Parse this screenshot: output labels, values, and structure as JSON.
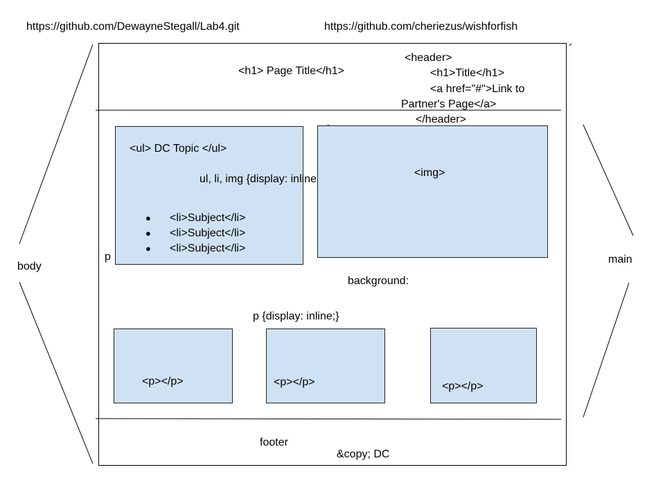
{
  "links": {
    "lab4": "https://github.com/DewayneStegall/Lab4.git",
    "wishforfish": "https://github.com/cheriezus/wishforfish"
  },
  "labels": {
    "body": "body",
    "main": "main",
    "p": "p",
    "background": "background:",
    "footer": "footer"
  },
  "header": {
    "h1_page_title": "<h1> Page Title</h1>",
    "code_lines": [
      "<header>",
      "<h1>Title</h1>",
      "<a href=\"#\">Link to",
      "Partner's Page</a>",
      "</header>"
    ]
  },
  "topic_box": {
    "title": "<ul> DC Topic </ul>",
    "css_rule": "ul, li, img {display: inline;}",
    "items": [
      "<li>Subject</li>",
      "<li>Subject</li>",
      "<li>Subject</li>"
    ]
  },
  "image_box": {
    "label": "<img>"
  },
  "paragraphs": {
    "css_rule": "p {display: inline;}",
    "boxes": [
      "<p></p>",
      "<p></p>",
      "<p></p>"
    ]
  },
  "footer_area": {
    "copyright": "&copy; DC"
  },
  "colors": {
    "box_fill": "#cfe2f3",
    "line": "#000000"
  }
}
